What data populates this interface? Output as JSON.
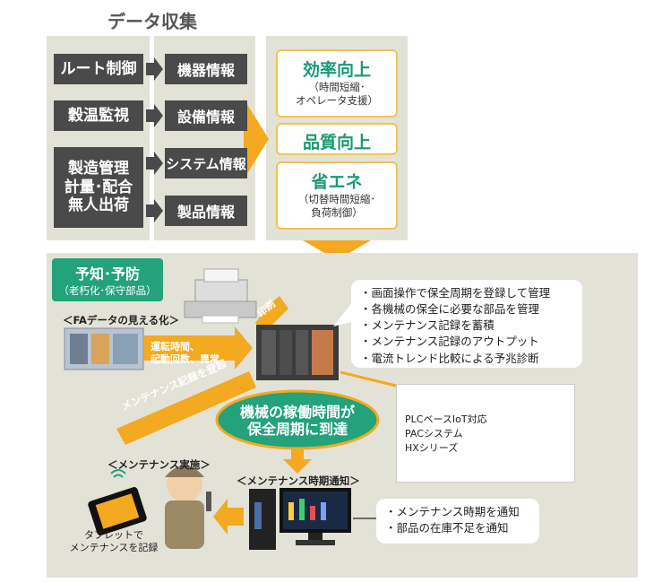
{
  "title": "データ収集",
  "sources": [
    {
      "label": "ルート制御"
    },
    {
      "label": "穀温監視"
    },
    {
      "lines": [
        "製造管理",
        "計量･配合",
        "無人出荷"
      ]
    }
  ],
  "info": [
    "機器情報",
    "設備情報",
    "システム情報",
    "製品情報"
  ],
  "results": [
    {
      "title": "効率向上",
      "lines": [
        "（時間短縮･",
        "オペレータ支援）"
      ]
    },
    {
      "title": "品質向上"
    },
    {
      "title": "省エネ",
      "lines": [
        "（切替時間短縮･",
        "負荷制御）"
      ]
    }
  ],
  "section": {
    "title": "予知･予防",
    "subtitle": "（老朽化･保守部品）"
  },
  "fa_label": "＜FAデータの見える化＞",
  "runtime_label": [
    "運転時間、",
    "起動回数、異常"
  ],
  "print_label": "印刷",
  "register_label": "メンテナンス記録を登録",
  "center_oval": [
    "機械の稼働時間が",
    "保全周期に到達"
  ],
  "features": [
    "・画面操作で保全周期を登録して管理",
    "・各機械の保全に必要な部品を管理",
    "・メンテナンス記録を蓄積",
    "・メンテナンス記録のアウトプット",
    "・電流トレンド比較による予兆診断"
  ],
  "product": [
    "PLCベースIoT対応",
    "PACシステム",
    "HXシリーズ"
  ],
  "maint_label": "＜メンテナンス実施＞",
  "notice_label": "＜メンテナンス時期通知＞",
  "tablet_caption": [
    "タブレットで",
    "メンテナンスを記録"
  ],
  "notices": [
    "・メンテナンス時期を通知",
    "・部品の在庫不足を通知"
  ],
  "colors": {
    "accent": "#f3a920",
    "green": "#23a27b",
    "panel": "#e3e2d7",
    "dark": "#4a4a4a"
  }
}
